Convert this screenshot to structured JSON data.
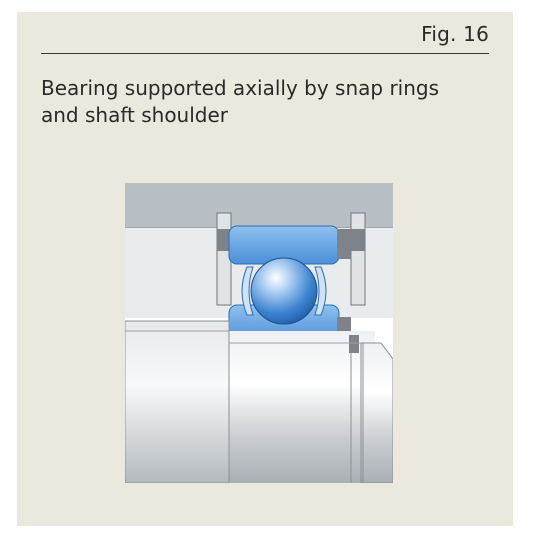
{
  "figure": {
    "label": "Fig. 16",
    "caption": "Bearing supported axially by snap rings and shaft shoulder"
  },
  "colors": {
    "panel_background": "#ebe8de",
    "housing": "#b8bfc4",
    "bearing_rings": "#5f9fe0",
    "rolling_ball": "#2f78c8",
    "shaft": "#d4d7da",
    "snap_ring": "#7d8388"
  },
  "drawing": {
    "components": [
      "housing",
      "outer-ring",
      "inner-ring",
      "ball",
      "shaft",
      "shaft-shoulder",
      "snap-ring-housing",
      "snap-ring-shaft"
    ]
  }
}
